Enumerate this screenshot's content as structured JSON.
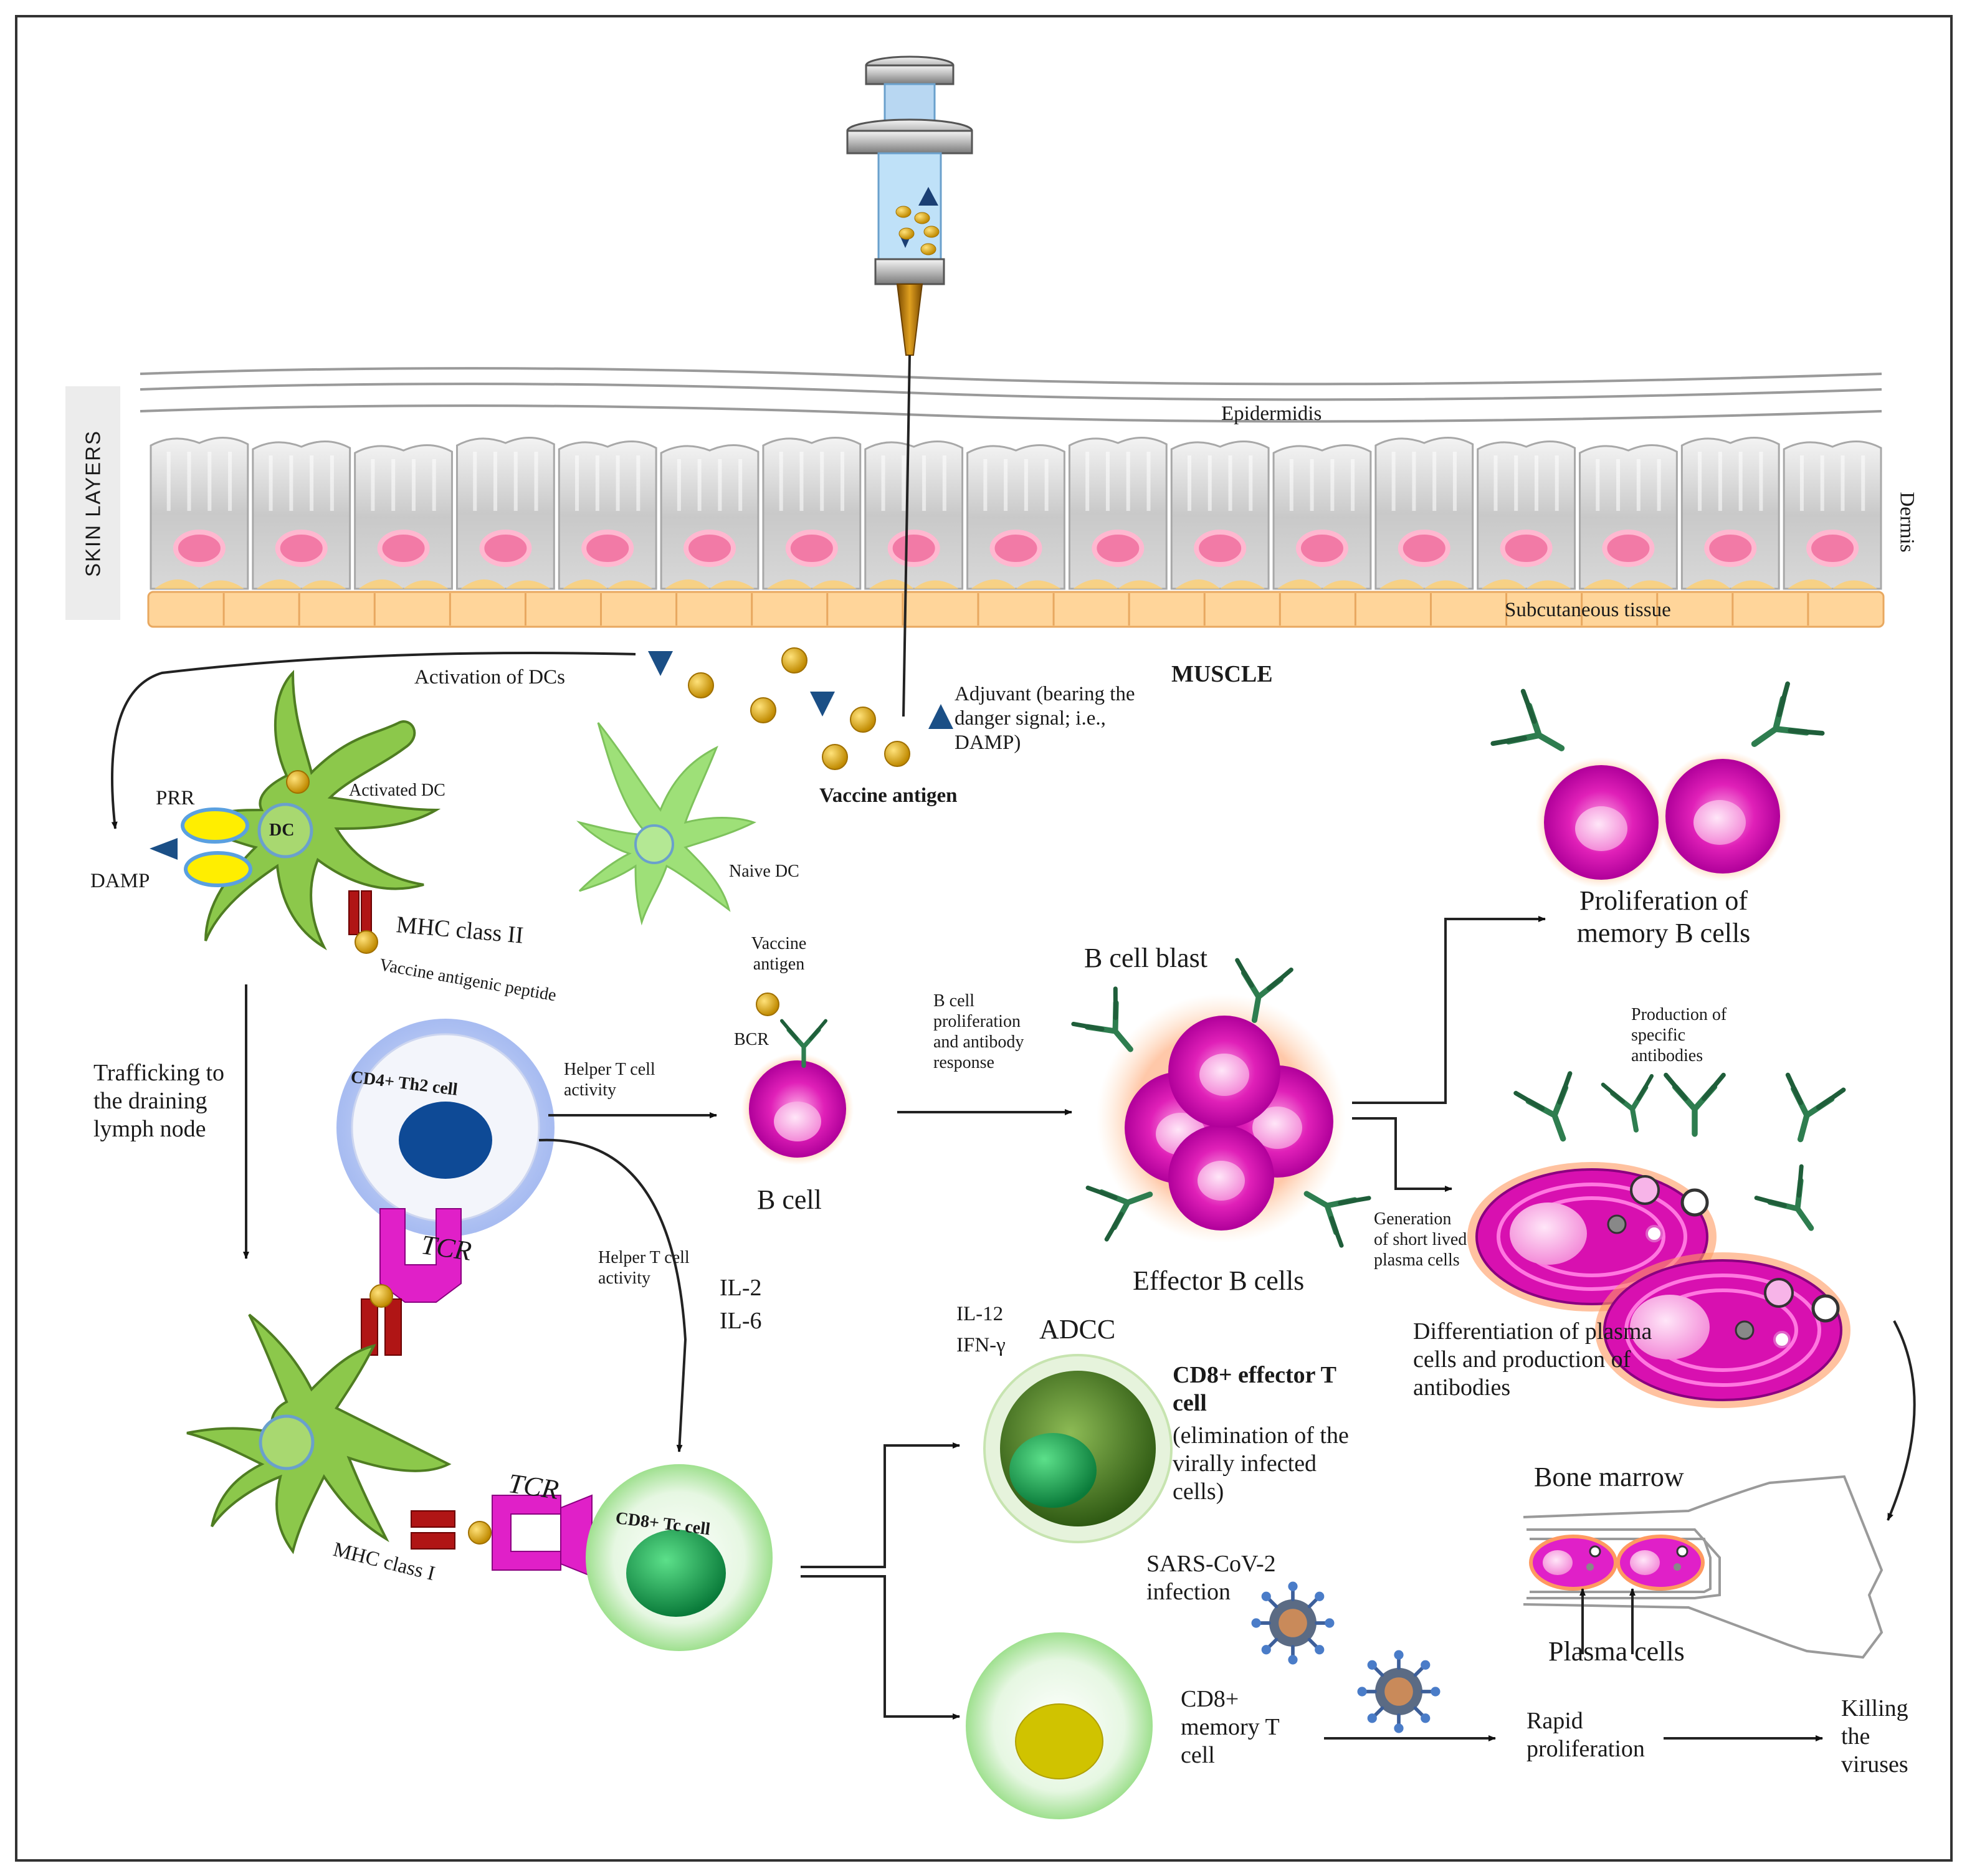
{
  "skin": {
    "side_label": "SKIN LAYERS",
    "epidermis": "Epidermidis",
    "dermis": "Dermis",
    "subcutaneous": "Subcutaneous tissue",
    "muscle": "MUSCLE"
  },
  "injection": {
    "activation": "Activation of DCs",
    "adjuvant": "Adjuvant (bearing the danger signal; i.e., DAMP)",
    "antigen": "Vaccine antigen"
  },
  "dc": {
    "prr": "PRR",
    "damp": "DAMP",
    "dc": "DC",
    "activated": "Activated DC",
    "naive": "Naive DC",
    "mhc2": "MHC class II",
    "peptide": "Vaccine antigenic peptide",
    "trafficking": "Trafficking to the draining lymph node"
  },
  "tcells": {
    "cd4": "CD4+ Th2 cell",
    "tcr_top": "TCR",
    "tcr_bottom": "TCR",
    "mhc1": "MHC class I",
    "cd8": "CD8+ Tc cell",
    "helper1": "Helper T cell activity",
    "helper2": "Helper T cell activity",
    "il2": "IL-2",
    "il6": "IL-6"
  },
  "bcells": {
    "vaccine_antigen": "Vaccine antigen",
    "bcr": "BCR",
    "bcell": "B cell",
    "proliferation_note": "B cell proliferation and antibody response",
    "blast": "B cell blast",
    "effector": "Effector B cells",
    "memory": "Proliferation of memory B cells",
    "production": "Production of specific antibodies",
    "short_lived": "Generation of short lived plasma cells",
    "differentiation": "Differentiation of plasma cells and production of antibodies",
    "bone_marrow": "Bone marrow",
    "plasma_cells": "Plasma cells"
  },
  "cd8": {
    "il12": "IL-12",
    "ifn": "IFN-γ",
    "adcc": "ADCC",
    "effector_title": "CD8+ effector T cell",
    "effector_desc": "(elimination of the virally infected cells)",
    "sars": "SARS-CoV-2 infection",
    "memory": "CD8+ memory T cell",
    "rapid": "Rapid proliferation",
    "killing": "Killing the viruses"
  }
}
